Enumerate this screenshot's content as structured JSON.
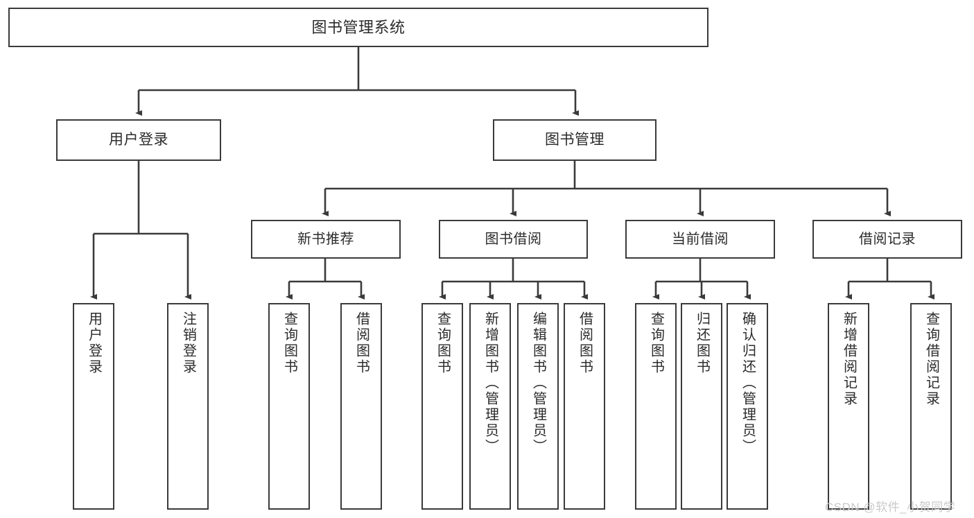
{
  "diagram": {
    "title": "图书管理系统",
    "type": "tree-hierarchy-chart",
    "watermark": "CSDN @软件_小贺同学",
    "colors": {
      "stroke": "#3a3a3a",
      "fill": "#ffffff",
      "text": "#2b2b2b",
      "watermark": "#c9c9c9"
    },
    "root": {
      "label": "图书管理系统"
    },
    "level2": [
      {
        "label": "用户登录"
      },
      {
        "label": "图书管理"
      }
    ],
    "level3": [
      {
        "label": "新书推荐"
      },
      {
        "label": "图书借阅"
      },
      {
        "label": "当前借阅"
      },
      {
        "label": "借阅记录"
      }
    ],
    "leaves": {
      "user_login": [
        {
          "label": "用户登录"
        },
        {
          "label": "注销登录"
        }
      ],
      "new_book_recommend": [
        {
          "label": "查询图书"
        },
        {
          "label": "借阅图书"
        }
      ],
      "book_borrow": [
        {
          "label": "查询图书"
        },
        {
          "label": "新增图书（管理员）"
        },
        {
          "label": "编辑图书（管理员）"
        },
        {
          "label": "借阅图书"
        }
      ],
      "current_borrow": [
        {
          "label": "查询图书"
        },
        {
          "label": "归还图书"
        },
        {
          "label": "确认归还（管理员）"
        }
      ],
      "borrow_record": [
        {
          "label": "新增借阅记录"
        },
        {
          "label": "查询借阅记录"
        }
      ]
    }
  }
}
